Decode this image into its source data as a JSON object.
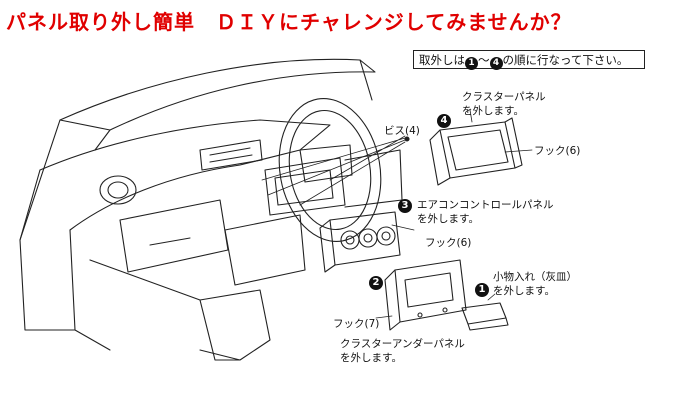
{
  "headline": "パネル取り外し簡単　ＤＩＹにチャレンジしてみませんか？",
  "instruction": {
    "prefix": "取外しは",
    "from": "1",
    "sep": "〜",
    "to": "4",
    "suffix": "の順に行なって下さい。"
  },
  "parts": {
    "cluster_panel": {
      "step": "4",
      "line1": "クラスターパネル",
      "line2": "を外します。"
    },
    "screws": {
      "label": "ビス(4)"
    },
    "hook_cluster": {
      "label": "フック(6)"
    },
    "ac_panel": {
      "step": "3",
      "line1": "エアコンコントロールパネル",
      "line2": "を外します。"
    },
    "hook_ac": {
      "label": "フック(6)"
    },
    "under_panel": {
      "step": "2",
      "line1": "クラスターアンダーパネル",
      "line2": "を外します。"
    },
    "hook_under": {
      "label": "フック(7)"
    },
    "tray": {
      "step": "1",
      "line1": "小物入れ（灰皿）",
      "line2": "を外します。"
    }
  },
  "colors": {
    "headline": "#e00000",
    "line": "#222222"
  }
}
